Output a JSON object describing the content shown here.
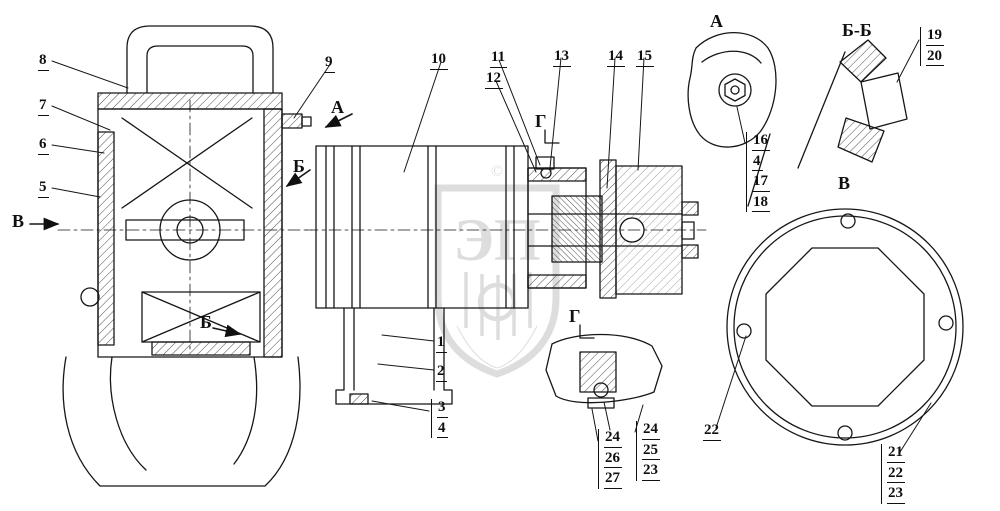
{
  "watermark": {
    "shield_text": "ЭП",
    "row_text": "©"
  },
  "callouts": [
    {
      "label": "8"
    },
    {
      "label": "7"
    },
    {
      "label": "6"
    },
    {
      "label": "5"
    },
    {
      "label": "В"
    },
    {
      "label": "9"
    },
    {
      "label": "А"
    },
    {
      "label": "Б"
    },
    {
      "label": "Б"
    },
    {
      "label": "10"
    },
    {
      "label": "11"
    },
    {
      "label": "12"
    },
    {
      "label": "13"
    },
    {
      "label": "14"
    },
    {
      "label": "15"
    },
    {
      "label": "Г"
    },
    {
      "label": "Г"
    },
    {
      "label": "А"
    },
    {
      "label": "Б-Б"
    },
    {
      "label": "В"
    },
    {
      "label": "1"
    },
    {
      "label": "2"
    },
    {
      "label": "22"
    },
    {
      "label": "16"
    },
    {
      "label": "4"
    },
    {
      "label": "17"
    },
    {
      "label": "18"
    },
    {
      "label": "19"
    },
    {
      "label": "20"
    },
    {
      "label": "3"
    },
    {
      "label": "4"
    },
    {
      "label": "24"
    },
    {
      "label": "26"
    },
    {
      "label": "27"
    },
    {
      "label": "24"
    },
    {
      "label": "25"
    },
    {
      "label": "23"
    },
    {
      "label": "21"
    },
    {
      "label": "22"
    },
    {
      "label": "23"
    }
  ]
}
